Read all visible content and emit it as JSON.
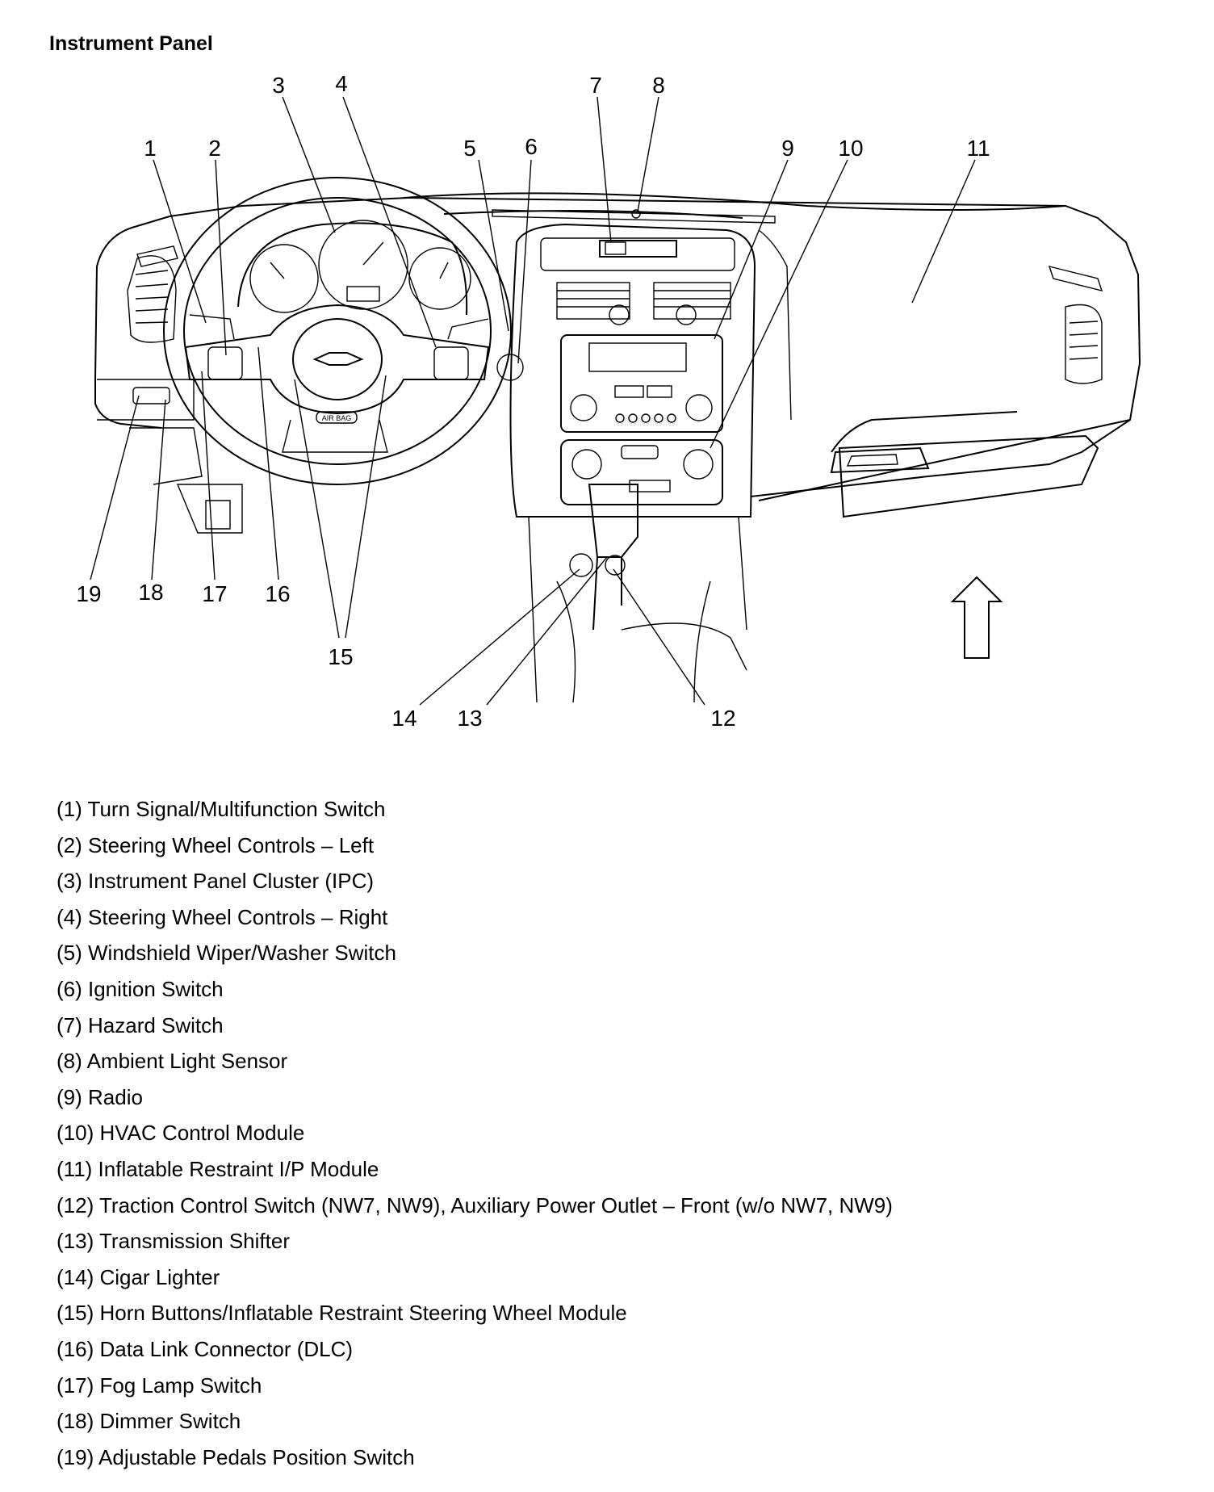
{
  "title": "Instrument Panel",
  "callouts": [
    "1",
    "2",
    "3",
    "4",
    "5",
    "6",
    "7",
    "8",
    "9",
    "10",
    "11",
    "12",
    "13",
    "14",
    "15",
    "16",
    "17",
    "18",
    "19"
  ],
  "legend": [
    "(1) Turn Signal/Multifunction Switch",
    "(2) Steering Wheel Controls – Left",
    "(3) Instrument Panel Cluster (IPC)",
    "(4) Steering Wheel Controls – Right",
    "(5) Windshield Wiper/Washer Switch",
    "(6) Ignition Switch",
    "(7) Hazard Switch",
    "(8) Ambient Light Sensor",
    "(9) Radio",
    "(10) HVAC Control Module",
    "(11) Inflatable Restraint I/P Module",
    "(12) Traction Control Switch (NW7, NW9), Auxiliary Power Outlet – Front (w/o NW7, NW9)",
    "(13) Transmission Shifter",
    "(14) Cigar Lighter",
    "(15) Horn Buttons/Inflatable Restraint Steering Wheel Module",
    "(16) Data Link Connector (DLC)",
    "(17) Fog Lamp Switch",
    "(18) Dimmer Switch",
    "(19) Adjustable Pedals Position Switch"
  ],
  "airbag_label": "AIR BAG"
}
